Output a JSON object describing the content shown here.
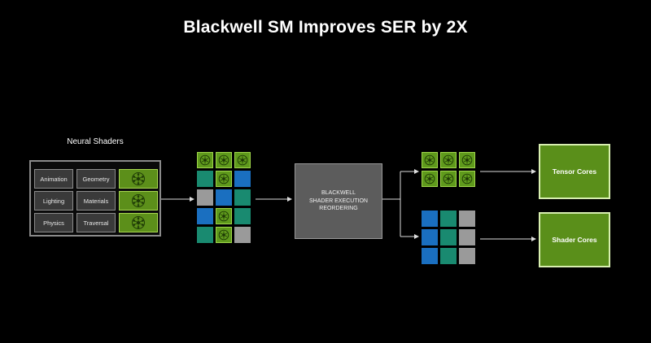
{
  "title": "Blackwell SM Improves SER by 2X",
  "neural_shaders": {
    "label": "Neural Shaders",
    "cells": [
      "Animation",
      "Geometry",
      "Lighting",
      "Materials",
      "Physics",
      "Traversal"
    ]
  },
  "ser_box": {
    "line1": "BLACKWELL",
    "line2": "SHADER EXECUTION",
    "line3": "REORDERING"
  },
  "cores": {
    "tensor": "Tensor Cores",
    "shader": "Shader Cores"
  },
  "colors": {
    "green": "#5f9a1c",
    "teal": "#198a70",
    "blue": "#1a6fc0",
    "gray": "#9a9a9a",
    "background": "#000000"
  },
  "input_grid_pattern": [
    [
      "g",
      "g",
      "g"
    ],
    [
      "t",
      "g",
      "b"
    ],
    [
      "gr",
      "b",
      "t"
    ],
    [
      "b",
      "g",
      "t"
    ],
    [
      "t",
      "g",
      "gr"
    ]
  ],
  "tensor_grid_pattern": [
    [
      "g",
      "g",
      "g"
    ],
    [
      "g",
      "g",
      "g"
    ]
  ],
  "shader_grid_pattern": [
    [
      "b",
      "t",
      "gr"
    ],
    [
      "b",
      "t",
      "gr"
    ],
    [
      "b",
      "t",
      "gr"
    ]
  ]
}
